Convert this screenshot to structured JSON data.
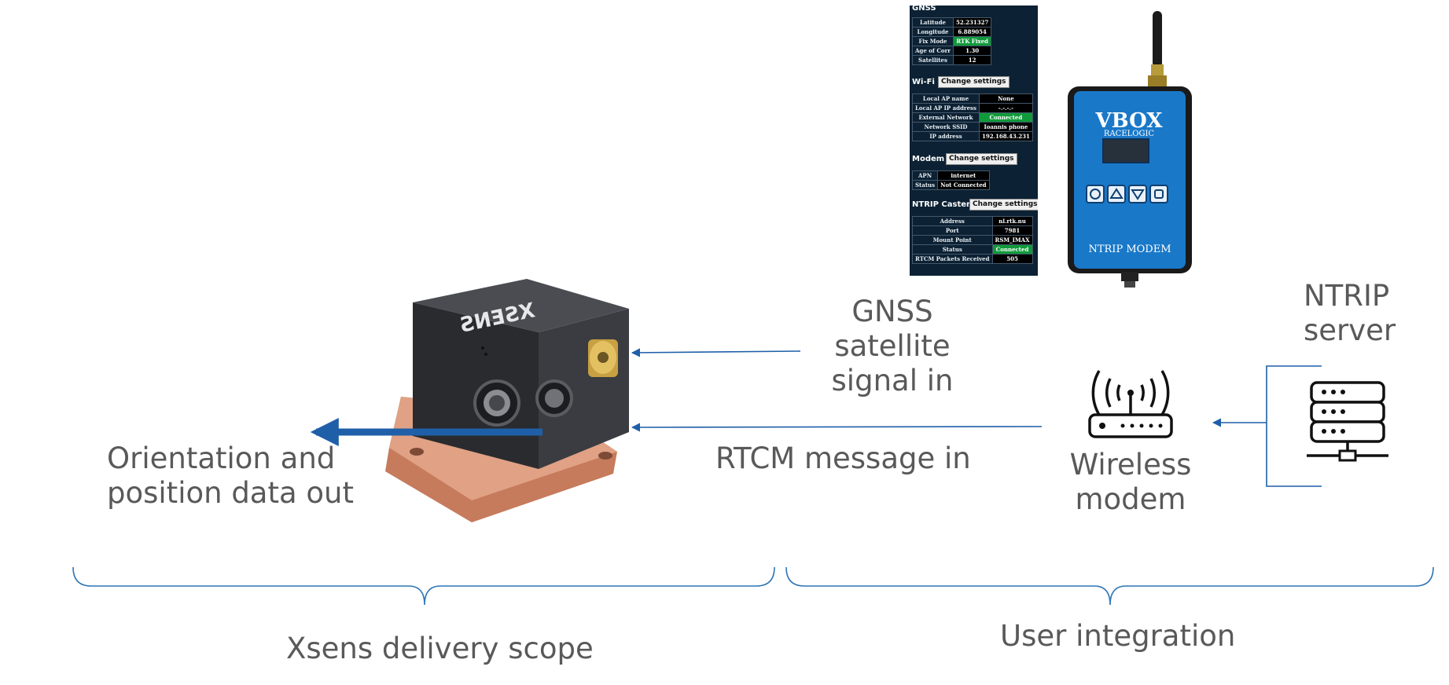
{
  "labels": {
    "orientation_line1": "Orientation and",
    "orientation_line2": "position data out",
    "gnss_line1": "GNSS",
    "gnss_line2": "satellite",
    "gnss_line3": "signal in",
    "rtcm": "RTCM message in",
    "ntrip_line1": "NTRIP",
    "ntrip_line2": "server",
    "modem_line1": "Wireless",
    "modem_line2": "modem",
    "xsens_scope": "Xsens delivery scope",
    "user_integration": "User integration"
  },
  "device": {
    "brand": "XSENS",
    "vbox_brand": "VBOX",
    "vbox_sub": "RACELOGIC",
    "vbox_model": "NTRIP MODEM"
  },
  "status_panel": {
    "gnss": {
      "title": "GNSS",
      "rows": [
        {
          "k": "Latitude",
          "v": "52.231327"
        },
        {
          "k": "Longitude",
          "v": "6.889054"
        },
        {
          "k": "Fix Mode",
          "v": "RTK Fixed"
        },
        {
          "k": "Age of Corr",
          "v": "1.30"
        },
        {
          "k": "Satellites",
          "v": "12"
        }
      ]
    },
    "wifi": {
      "title": "Wi-Fi",
      "button": "Change settings",
      "rows": [
        {
          "k": "Local AP name",
          "v": "None"
        },
        {
          "k": "Local AP IP address",
          "v": "-.-.-.-"
        },
        {
          "k": "External Network",
          "v": "Connected"
        },
        {
          "k": "Network SSID",
          "v": "Ioannis phone"
        },
        {
          "k": "IP address",
          "v": "192.168.43.231"
        }
      ]
    },
    "modem": {
      "title": "Modem",
      "button": "Change settings",
      "rows": [
        {
          "k": "APN",
          "v": "internet"
        },
        {
          "k": "Status",
          "v": "Not Connected"
        }
      ]
    },
    "ntrip": {
      "title": "NTRIP Caster",
      "button": "Change settings",
      "rows": [
        {
          "k": "Address",
          "v": "nl.rtk.nu"
        },
        {
          "k": "Port",
          "v": "7981"
        },
        {
          "k": "Mount Point",
          "v": "RSM_IMAX"
        },
        {
          "k": "Status",
          "v": "Connected"
        },
        {
          "k": "RTCM Packets Received",
          "v": "505"
        }
      ]
    }
  },
  "colors": {
    "arrow_blue": "#1f5fa8",
    "bracket_blue": "#2e75b6",
    "label_gray": "#595959",
    "panel_bg": "#0c2133",
    "status_green": "#109a3a",
    "vbox_blue": "#1a78c8",
    "copper": "#d08a6c"
  }
}
